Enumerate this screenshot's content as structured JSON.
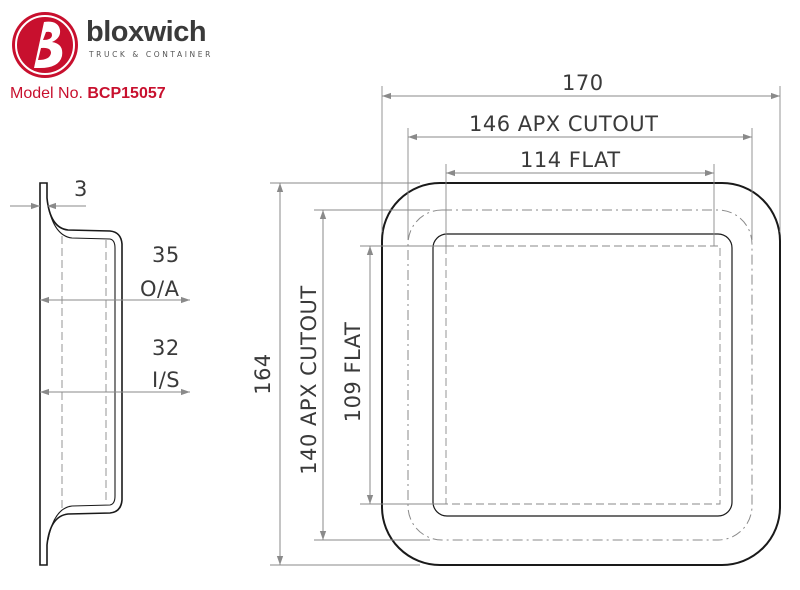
{
  "brand": {
    "name": "bloxwich",
    "tagline": "TRUCK & CONTAINER",
    "logo_color": "#c8102e"
  },
  "model": {
    "label": "Model No.",
    "number": "BCP15057",
    "color": "#c8102e"
  },
  "side_view": {
    "thickness_label": "3",
    "outer_dia_value": "35",
    "outer_dia_label": "O/A",
    "inner_dia_value": "32",
    "inner_dia_label": "I/S"
  },
  "plan_view": {
    "overall_width": "170",
    "cutout_width": "146 APX CUTOUT",
    "flat_width": "114 FLAT",
    "overall_height": "164",
    "cutout_height": "140 APX CUTOUT",
    "flat_height": "109 FLAT"
  },
  "line_color": "#1a1a1a",
  "dim_color": "#8a8a8a"
}
